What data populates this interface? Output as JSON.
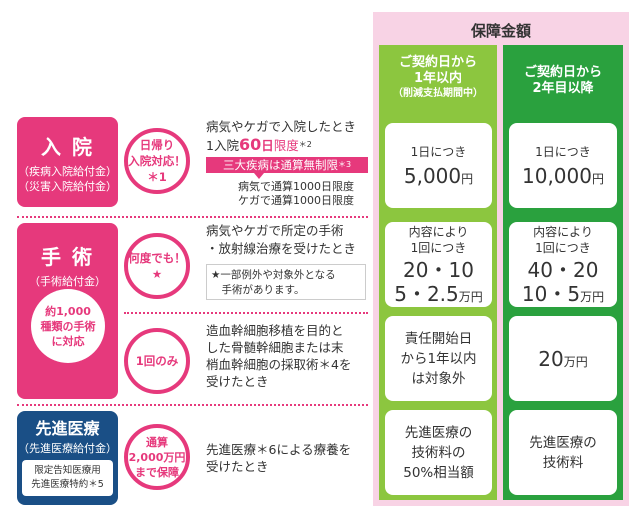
{
  "header": {
    "title": "保障金額"
  },
  "columns": [
    {
      "line1": "ご契約日から",
      "line2": "1年以内",
      "line3": "（削減支払期間中）",
      "color": "#8cc63f"
    },
    {
      "line1": "ご契約日から",
      "line2": "2年目以降",
      "line3": "",
      "color": "#2aa13e"
    }
  ],
  "hospitalization": {
    "name": "入 院",
    "sub1": "（疾病入院給付金）",
    "sub2": "（災害入院給付金）",
    "circle": "日帰り\n入院対応！\n＊1",
    "desc_pre": "病気やケガで入院したとき\n1入院",
    "desc_days": "60",
    "desc_unit": "日",
    "desc_limit": "限度",
    "desc_note": "＊2",
    "banner": "三大疾病は通算無制限",
    "banner_note": "＊3",
    "cap": "病気で通算1000日限度\nケガで通算1000日限度",
    "col1_per": "1日につき",
    "col1_amount": "5,000",
    "col1_unit": "円",
    "col2_per": "1日につき",
    "col2_amount": "10,000",
    "col2_unit": "円"
  },
  "surgery": {
    "name": "手 術",
    "sub": "（手術給付金）",
    "badge": "約1,000\n種類の手術\nに対応",
    "circle": "何度でも！\n★",
    "desc": "病気やケガで所定の手術\n・放射線治療を受けたとき",
    "note": "★一部例外や対象外となる\n　手術があります。",
    "col1_per": "内容により\n1回につき",
    "col1_amount_a": "20・10",
    "col1_amount_b": "5・2.5",
    "col1_unit": "万円",
    "col2_per": "内容により\n1回につき",
    "col2_amount_a": "40・20",
    "col2_amount_b": "10・5",
    "col2_unit": "万円"
  },
  "stem_cell": {
    "circle": "1回のみ",
    "desc": "造血幹細胞移植を目的と\nした骨髄幹細胞または末\n梢血幹細胞の採取術＊4を\n受けたとき",
    "col1_text": "責任開始日\nから1年以内\nは対象外",
    "col2_amount": "20",
    "col2_unit": "万円"
  },
  "advanced": {
    "name": "先進医療",
    "sub": "（先進医療給付金）",
    "tag": "限定告知医療用\n先進医療特約＊5",
    "circle": "通算\n2,000万円\nまで保障",
    "desc": "先進医療＊6による療養を\n受けたとき",
    "col1_text": "先進医療の\n技術料の\n50%相当額",
    "col2_text": "先進医療の\n技術料"
  },
  "colors": {
    "pink": "#e6397c",
    "pink_light": "#f8d3e5",
    "navy": "#1a4f86",
    "green_light": "#8cc63f",
    "green_dark": "#2aa13e"
  }
}
